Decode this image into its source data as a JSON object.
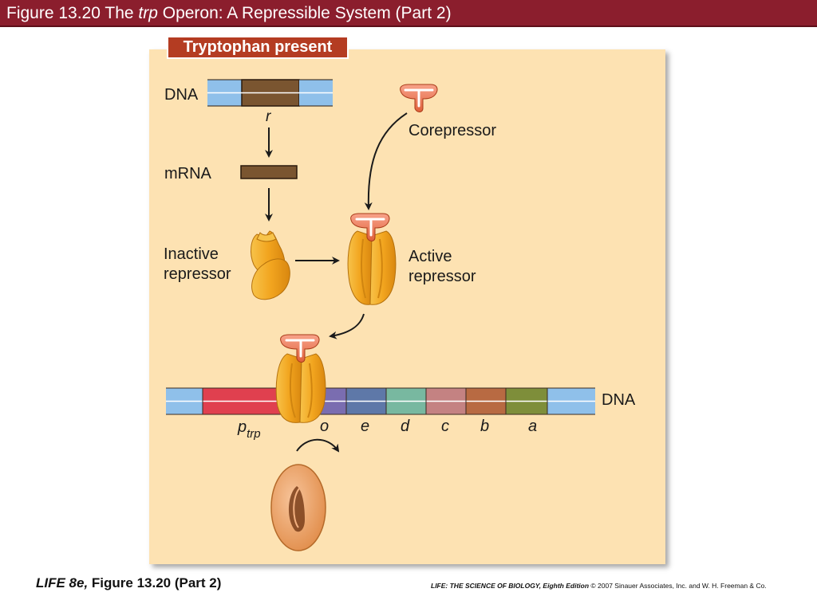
{
  "title": {
    "prefix": "Figure 13.20 The ",
    "italic": "trp",
    "suffix": " Operon: A Repressible System (Part 2)"
  },
  "panel_label": "Tryptophan present",
  "labels": {
    "dna_top": "DNA",
    "gene_r": "r",
    "mrna": "mRNA",
    "corepressor": "Corepressor",
    "inactive_line1": "Inactive",
    "inactive_line2": "repressor",
    "active_line1": "Active",
    "active_line2": "repressor",
    "dna_bottom": "DNA",
    "promoter_main": "p",
    "promoter_sub": "trp",
    "genes": [
      "o",
      "e",
      "d",
      "c",
      "b",
      "a"
    ]
  },
  "colors": {
    "title_bar": "#8b1e2d",
    "panel_bg": "#fde2b2",
    "repressor": "#f2a51f",
    "corepressor": "#e4643a",
    "dna_blue": "#7fb3e0",
    "promoter": "#e0404f"
  },
  "footer": {
    "left_italic": "LIFE 8e,",
    "left_rest": " Figure 13.20 (Part 2)",
    "right_italic": "LIFE: THE SCIENCE OF BIOLOGY, Eighth Edition",
    "right_rest": "  © 2007 Sinauer Associates, Inc. and W. H. Freeman & Co."
  }
}
